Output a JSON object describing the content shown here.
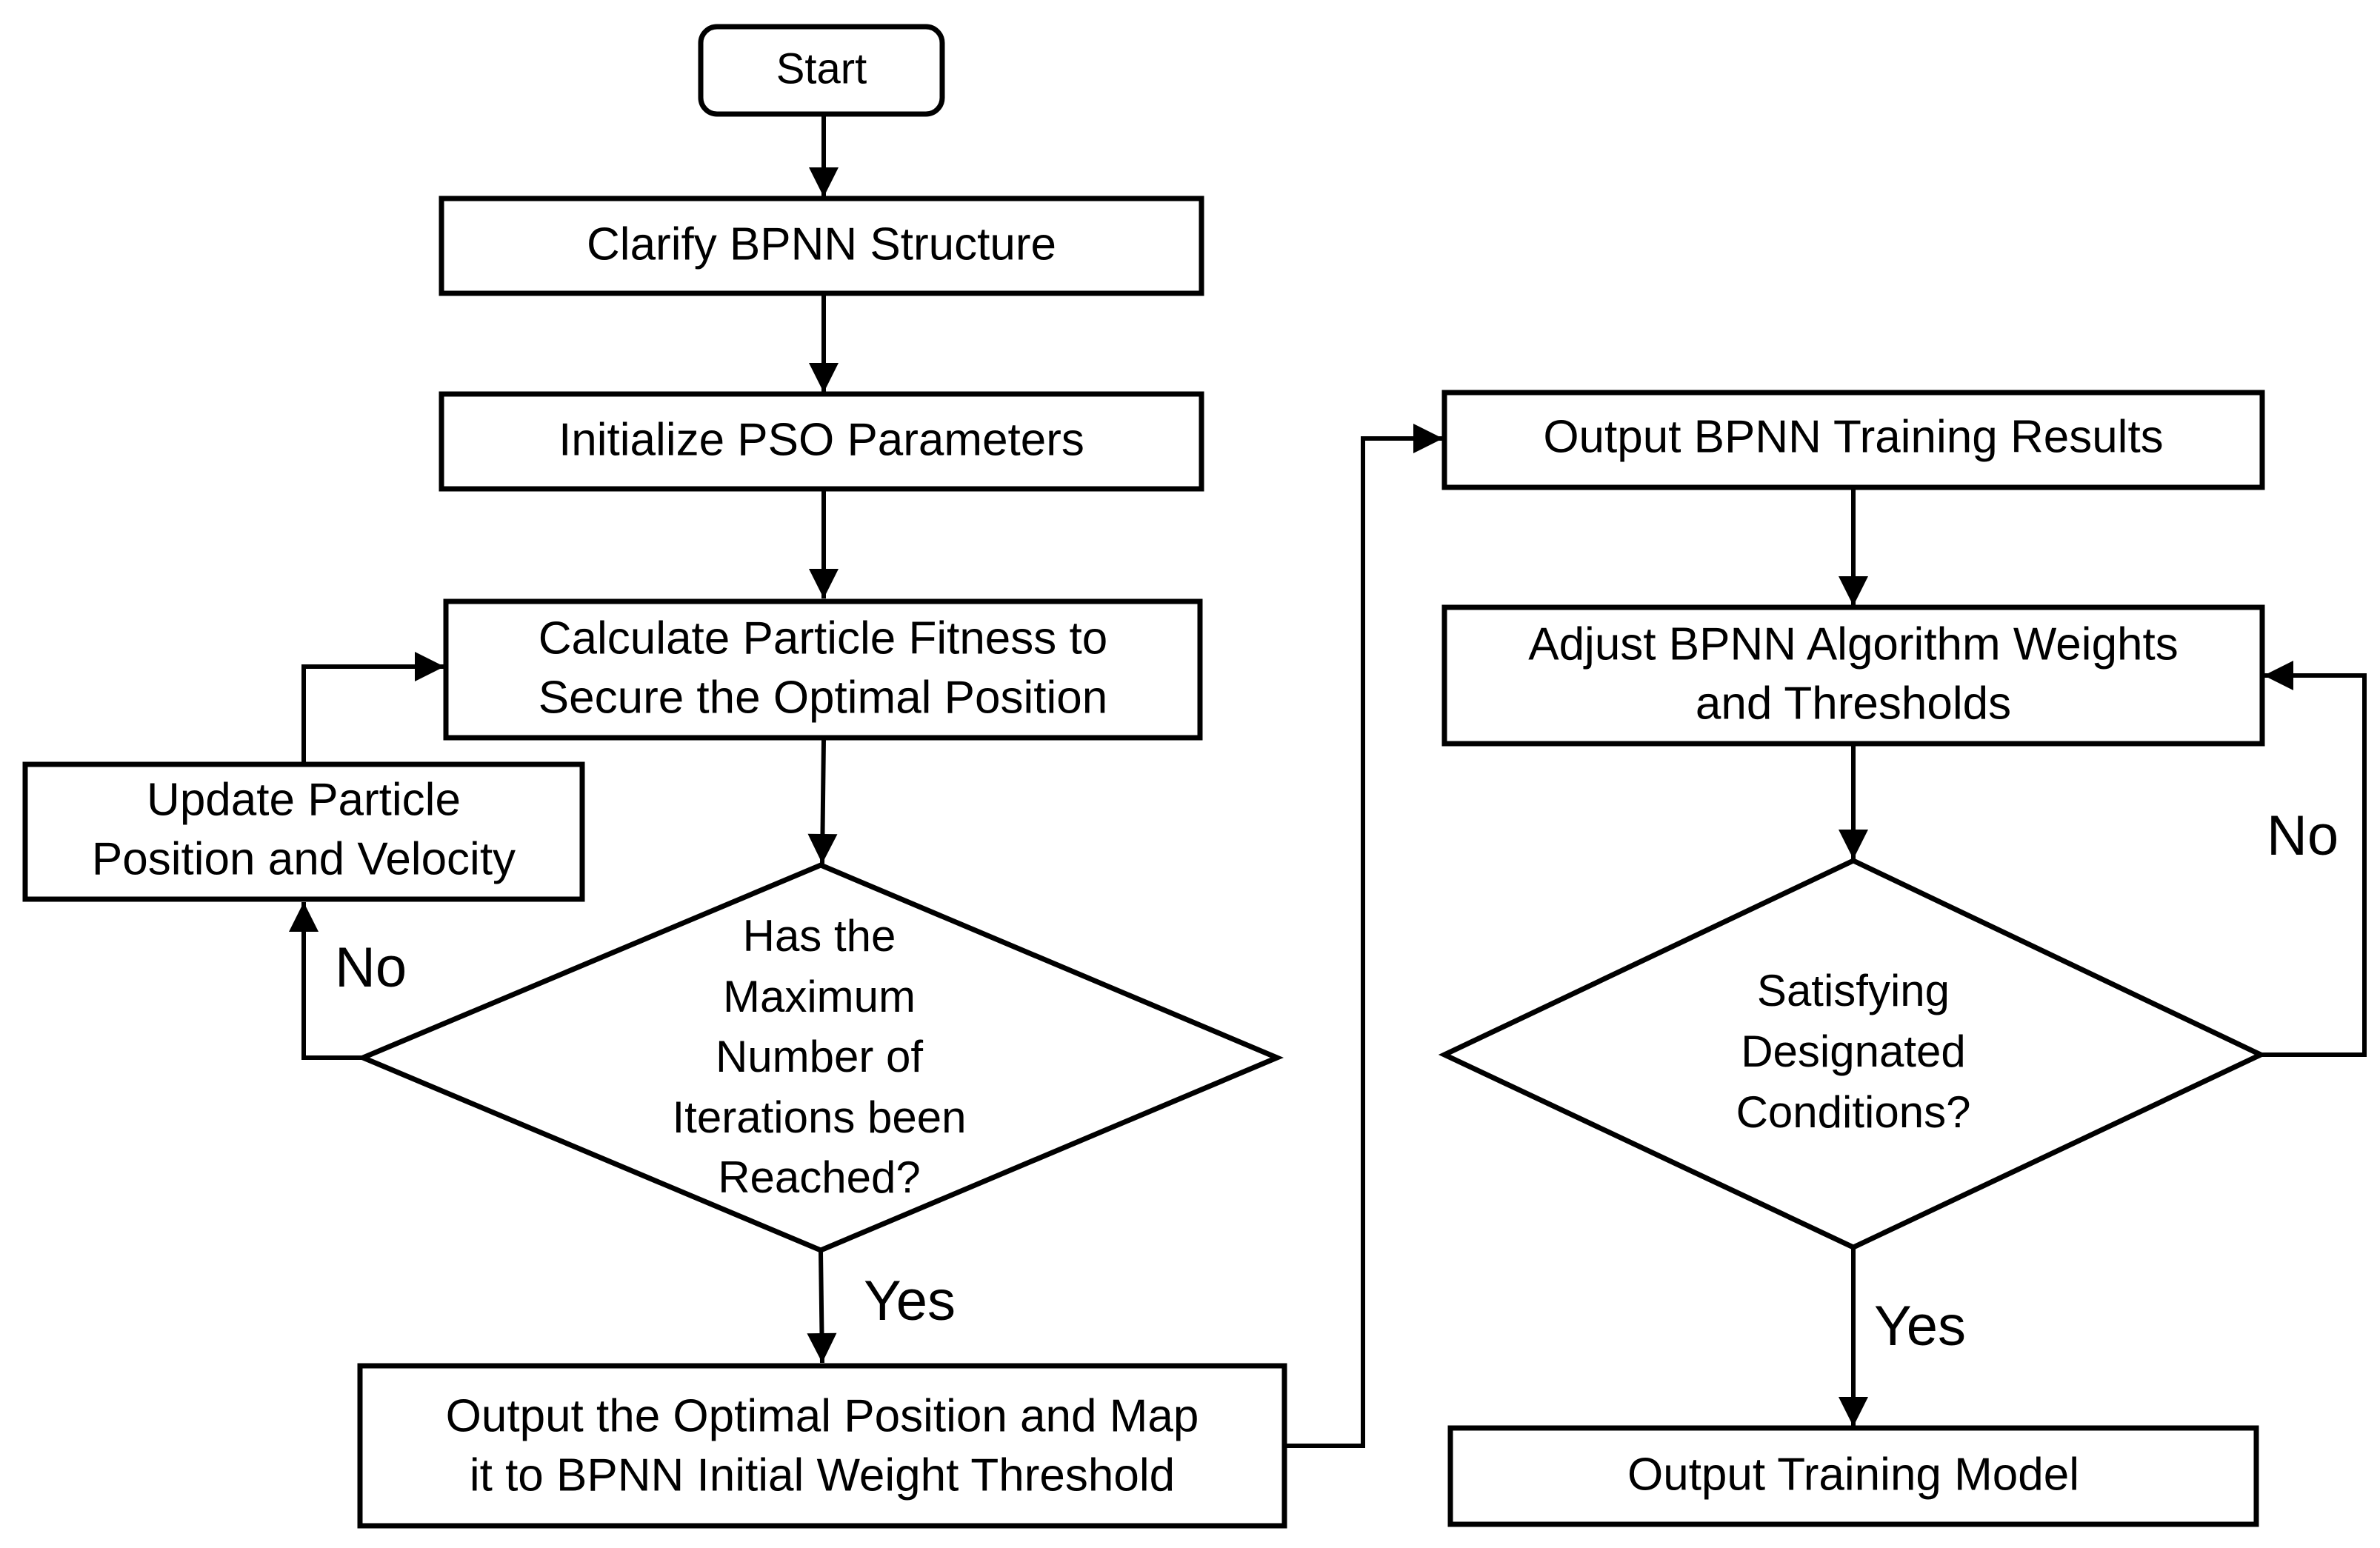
{
  "nodes": {
    "start": "Start",
    "clarify": "Clarify BPNN Structure",
    "init_pso": "Initialize PSO Parameters",
    "calc_fitness": [
      "Calculate Particle Fitness to",
      "Secure the Optimal Position"
    ],
    "update_particle": [
      "Update Particle",
      "Position and Velocity"
    ],
    "max_iter": [
      "Has the",
      "Maximum",
      "Number of",
      "Iterations been",
      "Reached?"
    ],
    "output_optimal": [
      "Output the Optimal Position and Map",
      "it to BPNN Initial Weight Threshold"
    ],
    "output_bpnn": "Output BPNN Training Results",
    "adjust": [
      "Adjust BPNN Algorithm Weights",
      "and Thresholds"
    ],
    "satisfy": [
      "Satisfying",
      "Designated",
      "Conditions?"
    ],
    "output_model": "Output Training Model"
  },
  "edge_labels": {
    "left_no": "No",
    "left_yes": "Yes",
    "right_no": "No",
    "right_yes": "Yes"
  },
  "colors": {
    "stroke": "#000000",
    "fill": "#ffffff",
    "text": "#000000"
  }
}
